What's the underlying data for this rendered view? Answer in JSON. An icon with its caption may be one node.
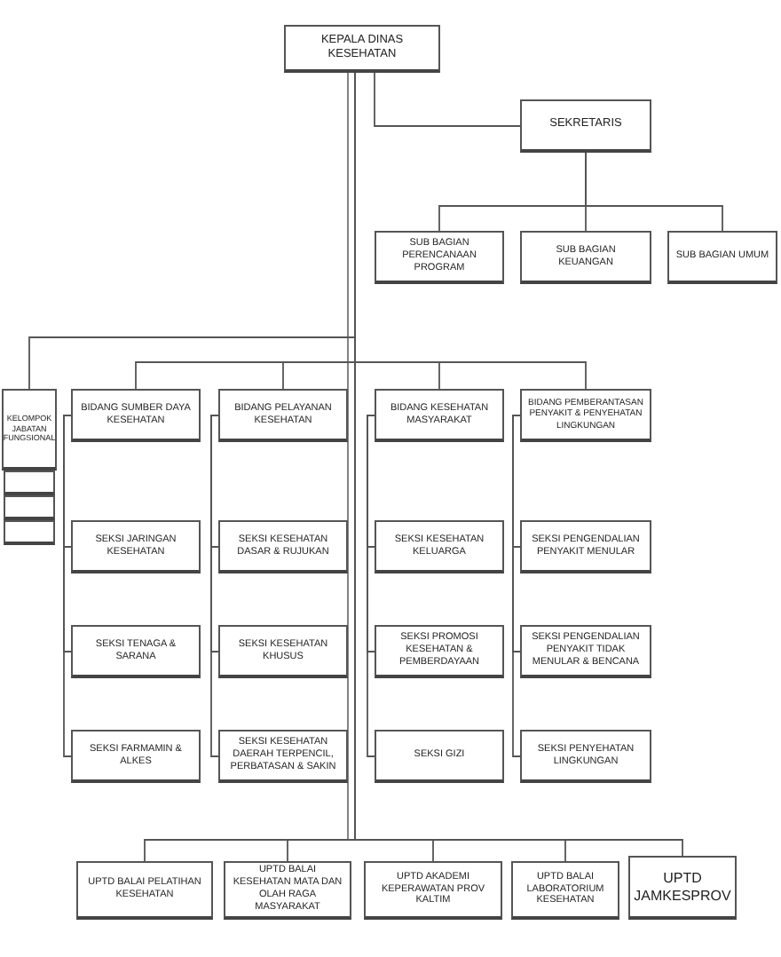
{
  "diagram": {
    "nodes": [
      {
        "text": [
          "KEPALA DINAS KESEHATAN"
        ]
      },
      {
        "text": [
          "SEKRETARIS"
        ]
      },
      {
        "text": [
          "SUB BAGIAN PERENCANAAN PROGRAM"
        ]
      },
      {
        "text": [
          "SUB BAGIAN KEUANGAN"
        ]
      },
      {
        "text": [
          "SUB BAGIAN UMUM"
        ]
      },
      {
        "text": [
          "KELOMPOK JABATAN FUNGSIONAL"
        ]
      },
      {
        "text": [],
        "shape": "box"
      },
      {
        "text": [],
        "shape": "box"
      },
      {
        "text": [],
        "shape": "box"
      },
      {
        "text": [
          "BIDANG SUMBER DAYA KESEHATAN"
        ]
      },
      {
        "text": [
          "SEKSI JARINGAN KESEHATAN"
        ]
      },
      {
        "text": [
          "SEKSI TENAGA & SARANA"
        ]
      },
      {
        "text": [
          "SEKSI FARMAMIN & ALKES"
        ]
      },
      {
        "text": [
          "BIDANG PELAYANAN KESEHATAN"
        ]
      },
      {
        "text": [
          "SEKSI KESEHATAN DASAR & RUJUKAN"
        ]
      },
      {
        "text": [
          "SEKSI KESEHATAN KHUSUS"
        ]
      },
      {
        "text": [
          "SEKSI KESEHATAN DAERAH TERPENCIL, PERBATASAN & SAKIN"
        ]
      },
      {
        "text": [
          "BIDANG KESEHATAN MASYARAKAT"
        ]
      },
      {
        "text": [
          "SEKSI KESEHATAN KELUARGA"
        ]
      },
      {
        "text": [
          "SEKSI PROMOSI KESEHATAN & PEMBERDAYAAN"
        ]
      },
      {
        "text": [
          "SEKSI GIZI"
        ]
      },
      {
        "text": [
          "BIDANG PEMBERANTASAN PENYAKIT & PENYEHATAN LINGKUNGAN"
        ]
      },
      {
        "text": [
          "SEKSI PENGENDALIAN PENYAKIT MENULAR"
        ]
      },
      {
        "text": [
          "SEKSI PENGENDALIAN PENYAKIT TIDAK MENULAR & BENCANA"
        ]
      },
      {
        "text": [
          "SEKSI PENYEHATAN LINGKUNGAN"
        ]
      },
      {
        "text": [
          "UPTD BALAI PELATIHAN KESEHATAN"
        ]
      },
      {
        "text": [
          "UPTD BALAI KESEHATAN MATA DAN OLAH RAGA MASYARAKAT"
        ]
      },
      {
        "text": [
          "UPTD AKADEMI KEPERAWATAN PROV KALTIM"
        ]
      },
      {
        "text": [
          "UPTD BALAI LABORATORIUM KESEHATAN"
        ]
      },
      {
        "text": [
          "UPTD JAMKESPROV"
        ]
      }
    ],
    "edges": [
      {
        "from": 0,
        "to": 1,
        "arrow": "none"
      },
      {
        "from": 1,
        "to": 2,
        "arrow": "none"
      },
      {
        "from": 1,
        "to": 3,
        "arrow": "none"
      },
      {
        "from": 1,
        "to": 4,
        "arrow": "none"
      },
      {
        "from": 0,
        "to": 5,
        "arrow": "none"
      },
      {
        "from": 0,
        "to": 9,
        "arrow": "none"
      },
      {
        "from": 0,
        "to": 13,
        "arrow": "none"
      },
      {
        "from": 0,
        "to": 17,
        "arrow": "none"
      },
      {
        "from": 0,
        "to": 21,
        "arrow": "none"
      },
      {
        "from": 9,
        "to": 10,
        "arrow": "none"
      },
      {
        "from": 9,
        "to": 11,
        "arrow": "none"
      },
      {
        "from": 9,
        "to": 12,
        "arrow": "none"
      },
      {
        "from": 13,
        "to": 14,
        "arrow": "none"
      },
      {
        "from": 13,
        "to": 15,
        "arrow": "none"
      },
      {
        "from": 13,
        "to": 16,
        "arrow": "none"
      },
      {
        "from": 17,
        "to": 18,
        "arrow": "none"
      },
      {
        "from": 17,
        "to": 19,
        "arrow": "none"
      },
      {
        "from": 17,
        "to": 20,
        "arrow": "none"
      },
      {
        "from": 21,
        "to": 22,
        "arrow": "none"
      },
      {
        "from": 21,
        "to": 23,
        "arrow": "none"
      },
      {
        "from": 21,
        "to": 24,
        "arrow": "none"
      },
      {
        "from": 0,
        "to": 25,
        "arrow": "none"
      },
      {
        "from": 0,
        "to": 26,
        "arrow": "none"
      },
      {
        "from": 0,
        "to": 27,
        "arrow": "none"
      },
      {
        "from": 0,
        "to": 28,
        "arrow": "none"
      },
      {
        "from": 0,
        "to": 29,
        "arrow": "none"
      }
    ]
  }
}
